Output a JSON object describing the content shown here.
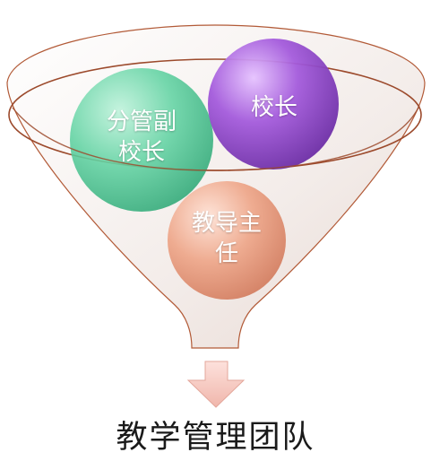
{
  "diagram": {
    "nodes": [
      {
        "id": "fenguan",
        "label": "分管副\n校长",
        "color": "#5fd1a0"
      },
      {
        "id": "xiaozhang",
        "label": "校长",
        "color": "#9b4fd0"
      },
      {
        "id": "jiaodao",
        "label": "教导主\n任",
        "color": "#e9a184"
      }
    ],
    "caption": "教学管理团队"
  },
  "colors": {
    "funnel_fill": "#f3e7e2",
    "funnel_stroke": "#b25a37",
    "arrow_fill": "#f3c4bb"
  }
}
